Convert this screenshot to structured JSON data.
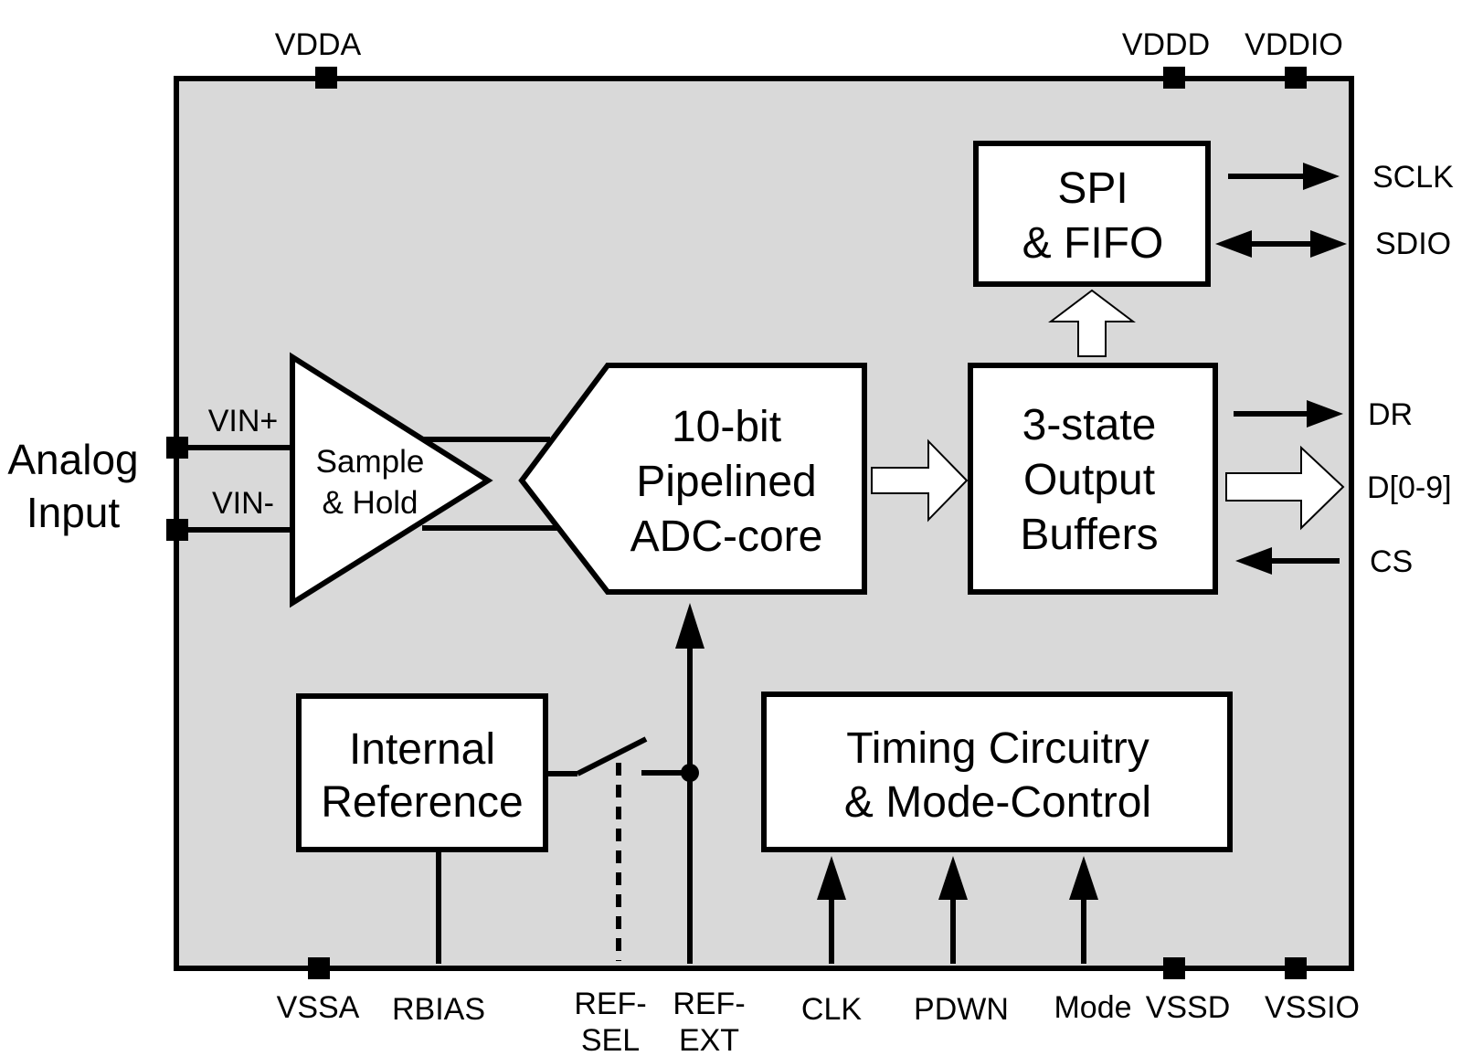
{
  "colors": {
    "chip_fill": "#d9d9d9",
    "stroke": "#000000",
    "block_fill": "#ffffff"
  },
  "top_pins": {
    "vdda": "VDDA",
    "vddd": "VDDD",
    "vddio": "VDDIO"
  },
  "bottom_pins": {
    "vssa": "VSSA",
    "rbias": "RBIAS",
    "ref_sel_1": "REF-",
    "ref_sel_2": "SEL",
    "ref_ext_1": "REF-",
    "ref_ext_2": "EXT",
    "clk": "CLK",
    "pdwn": "PDWN",
    "mode": "Mode",
    "vssd": "VSSD",
    "vssio": "VSSIO"
  },
  "right_pins": {
    "sclk": "SCLK",
    "sdio": "SDIO",
    "dr": "DR",
    "d09": "D[0-9]",
    "cs": "CS"
  },
  "left": {
    "analog_1": "Analog",
    "analog_2": "Input",
    "vin_plus": "VIN+",
    "vin_minus": "VIN-"
  },
  "blocks": {
    "sample_hold_1": "Sample",
    "sample_hold_2": "& Hold",
    "adc_1": "10-bit",
    "adc_2": "Pipelined",
    "adc_3": "ADC-core",
    "buffers_1": "3-state",
    "buffers_2": "Output",
    "buffers_3": "Buffers",
    "spi_1": "SPI",
    "spi_2": "& FIFO",
    "ref_1": "Internal",
    "ref_2": "Reference",
    "timing_1": "Timing Circuitry",
    "timing_2": "& Mode-Control"
  }
}
